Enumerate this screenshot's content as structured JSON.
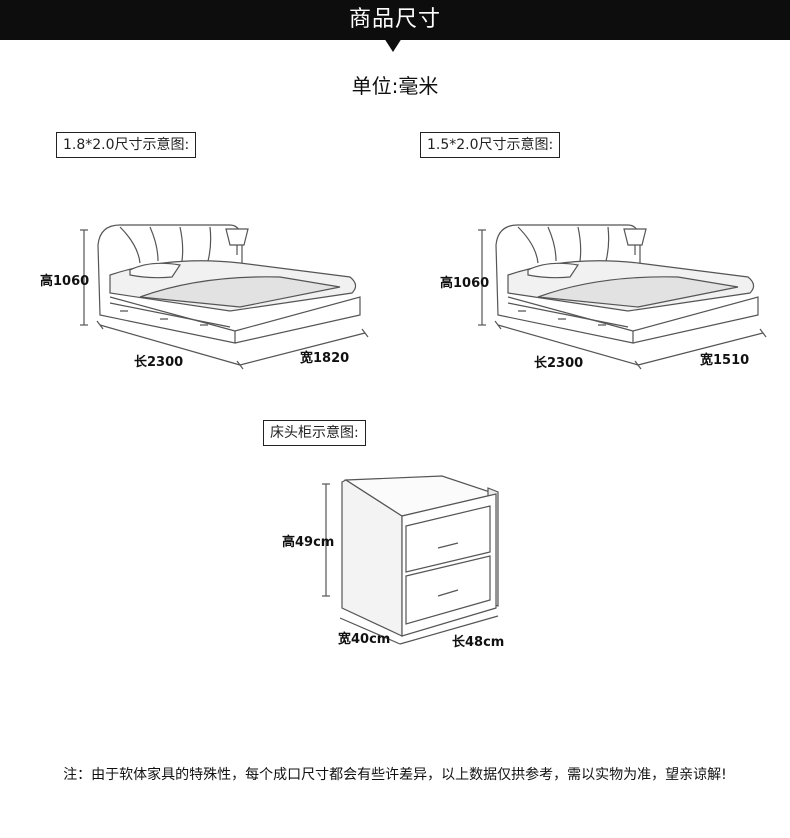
{
  "header": {
    "title": "商品尺寸"
  },
  "unit_label": "单位:毫米",
  "bed_large": {
    "caption": "1.8*2.0尺寸示意图:",
    "height": "高1060",
    "length": "长2300",
    "width": "宽1820"
  },
  "bed_small": {
    "caption": "1.5*2.0尺寸示意图:",
    "height": "高1060",
    "length": "长2300",
    "width": "宽1510"
  },
  "nightstand": {
    "caption": "床头柜示意图:",
    "height": "高49cm",
    "depth": "宽40cm",
    "length": "长48cm"
  },
  "footer_note": "注：由于软体家具的特殊性，每个成口尺寸都会有些许差异，以上数据仅拱参考，需以实物为准，望亲谅解!"
}
